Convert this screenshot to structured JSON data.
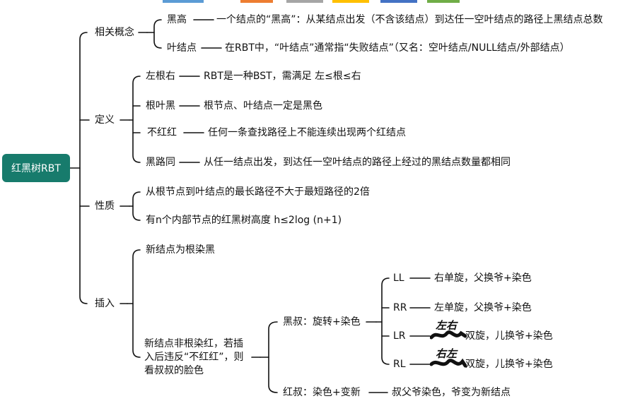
{
  "root": "红黑树RBT",
  "concepts": {
    "label": "相关概念",
    "items": [
      {
        "term": "黑高",
        "desc": "一个结点的“黑高”：从某结点出发（不含该结点）到达任一空叶结点的路径上黑结点总数"
      },
      {
        "term": "叶结点",
        "desc": "在RBT中，“叶结点”通常指“失败结点”（又名：空叶结点/NULL结点/外部结点）"
      }
    ]
  },
  "definition": {
    "label": "定义",
    "items": [
      {
        "term": "左根右",
        "desc": "RBT是一种BST，需满足 左≤根≤右"
      },
      {
        "term": "根叶黑",
        "desc": "根节点、叶结点一定是黑色"
      },
      {
        "term": "不红红",
        "desc": "任何一条查找路径上不能连续出现两个红结点"
      },
      {
        "term": "黑路同",
        "desc": "从任一结点出发，到达任一空叶结点的路径上经过的黑结点数量都相同"
      }
    ]
  },
  "properties": {
    "label": "性质",
    "items": [
      "从根节点到叶结点的最长路径不大于最短路径的2倍",
      "有n个内部节点的红黑树高度 h≤2log (n+1)"
    ]
  },
  "insert": {
    "label": "插入",
    "first": "新结点为根染黑",
    "second": "新结点非根染红，若插入后违反“不红红”，则看叔叔的脸色",
    "black_uncle": {
      "label": "黑叔：旋转+染色",
      "cases": [
        {
          "name": "LL",
          "desc": "右单旋，父换爷+染色"
        },
        {
          "name": "RR",
          "desc": "左单旋，父换爷+染色"
        },
        {
          "name": "LR",
          "desc": "双旋，儿换爷+染色",
          "handwritten": "左右"
        },
        {
          "name": "RL",
          "desc": "双旋，儿换爷+染色",
          "handwritten": "右左"
        }
      ]
    },
    "red_uncle": {
      "label": "红叔：染色+变新",
      "desc": "叔父爷染色，爷变为新结点"
    }
  },
  "colors": {
    "root_bg": "#177b6c",
    "line": "#111111",
    "top_bar": [
      "#5b9bd5",
      "#ed7d31",
      "#a5a5a5",
      "#ffc000",
      "#4472c4",
      "#70ad47"
    ]
  }
}
